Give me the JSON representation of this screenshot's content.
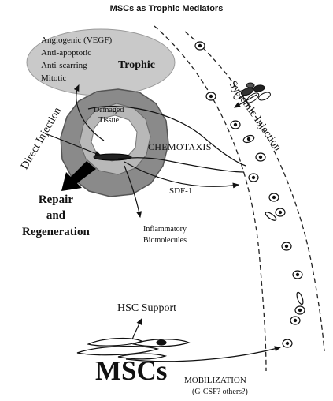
{
  "title": "MSCs as Trophic Mediators",
  "trophic": {
    "heading": "Trophic",
    "effects": [
      "Angiogenic (VEGF)",
      "Anti-apoptotic",
      "Anti-scarring",
      "Mitotic"
    ]
  },
  "tissue": {
    "line1": "Damaged",
    "line2": "Tissue"
  },
  "labels": {
    "chemotaxis": "CHEMOTAXIS",
    "sdf1": "SDF-1",
    "inflammatory_line1": "Inflammatory",
    "inflammatory_line2": "Biomolecules",
    "repair_line1": "Repair",
    "repair_line2": "and",
    "repair_line3": "Regeneration",
    "hsc_support": "HSC Support",
    "mscs": "MSCs",
    "mobilization": "MOBILIZATION",
    "mobilization_note": "(G-CSF? others?)",
    "systemic_injection": "Systemic Injection",
    "direct_injection": "Direct Injection"
  },
  "colors": {
    "ellipse_fill": "#c9c9c9",
    "tissue_outer": "#8a8a8a",
    "tissue_inner": "#b4b4b4",
    "ink": "#111111"
  }
}
